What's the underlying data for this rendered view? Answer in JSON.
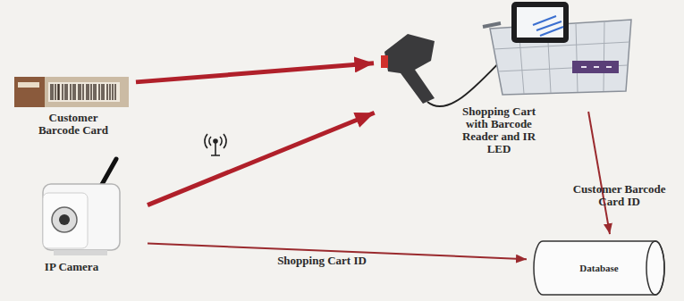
{
  "diagram": {
    "nodes": [
      {
        "text": [
          "Customer Barcode Card"
        ]
      },
      {
        "text": [
          "Shopping Cart with Barcode Reader and IR LED"
        ]
      },
      {
        "text": [
          "IP Camera"
        ]
      },
      {
        "text": [
          "Database"
        ]
      }
    ],
    "edges": [
      {
        "from": 0,
        "to": 1,
        "arrow": "to"
      },
      {
        "from": 2,
        "to": 1,
        "arrow": "to"
      },
      {
        "from": 2,
        "to": 3,
        "label": "Shopping Cart ID",
        "arrow": "to"
      },
      {
        "from": 1,
        "to": 3,
        "label": "Customer Barcode Card ID",
        "arrow": "to"
      }
    ]
  }
}
